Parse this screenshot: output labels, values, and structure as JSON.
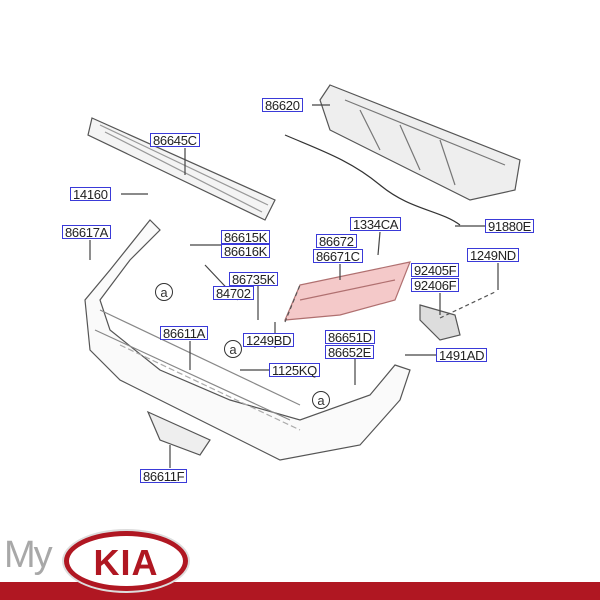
{
  "diagram": {
    "part_labels": {
      "p86620": "86620",
      "p86645C": "86645C",
      "p14160": "14160",
      "p86617A": "86617A",
      "p86615K": "86615K",
      "p86616K": "86616K",
      "p84702": "84702",
      "p86735K": "86735K",
      "p1334CA": "1334CA",
      "p86672": "86672",
      "p86671C": "86671C",
      "p91880E": "91880E",
      "p92405F": "92405F",
      "p92406F": "92406F",
      "p1249ND": "1249ND",
      "p86611A": "86611A",
      "p1249BD": "1249BD",
      "p86651D": "86651D",
      "p86652E": "86652E",
      "p1491AD": "1491AD",
      "p1125KQ": "1125KQ",
      "p86611F": "86611F"
    },
    "reference_marker": "a",
    "highlight_color": "#f4c9c9",
    "label_border_color": "#3a3ad8"
  },
  "logo": {
    "my": "My",
    "brand": "KIA",
    "brand_color": "#b01722"
  }
}
